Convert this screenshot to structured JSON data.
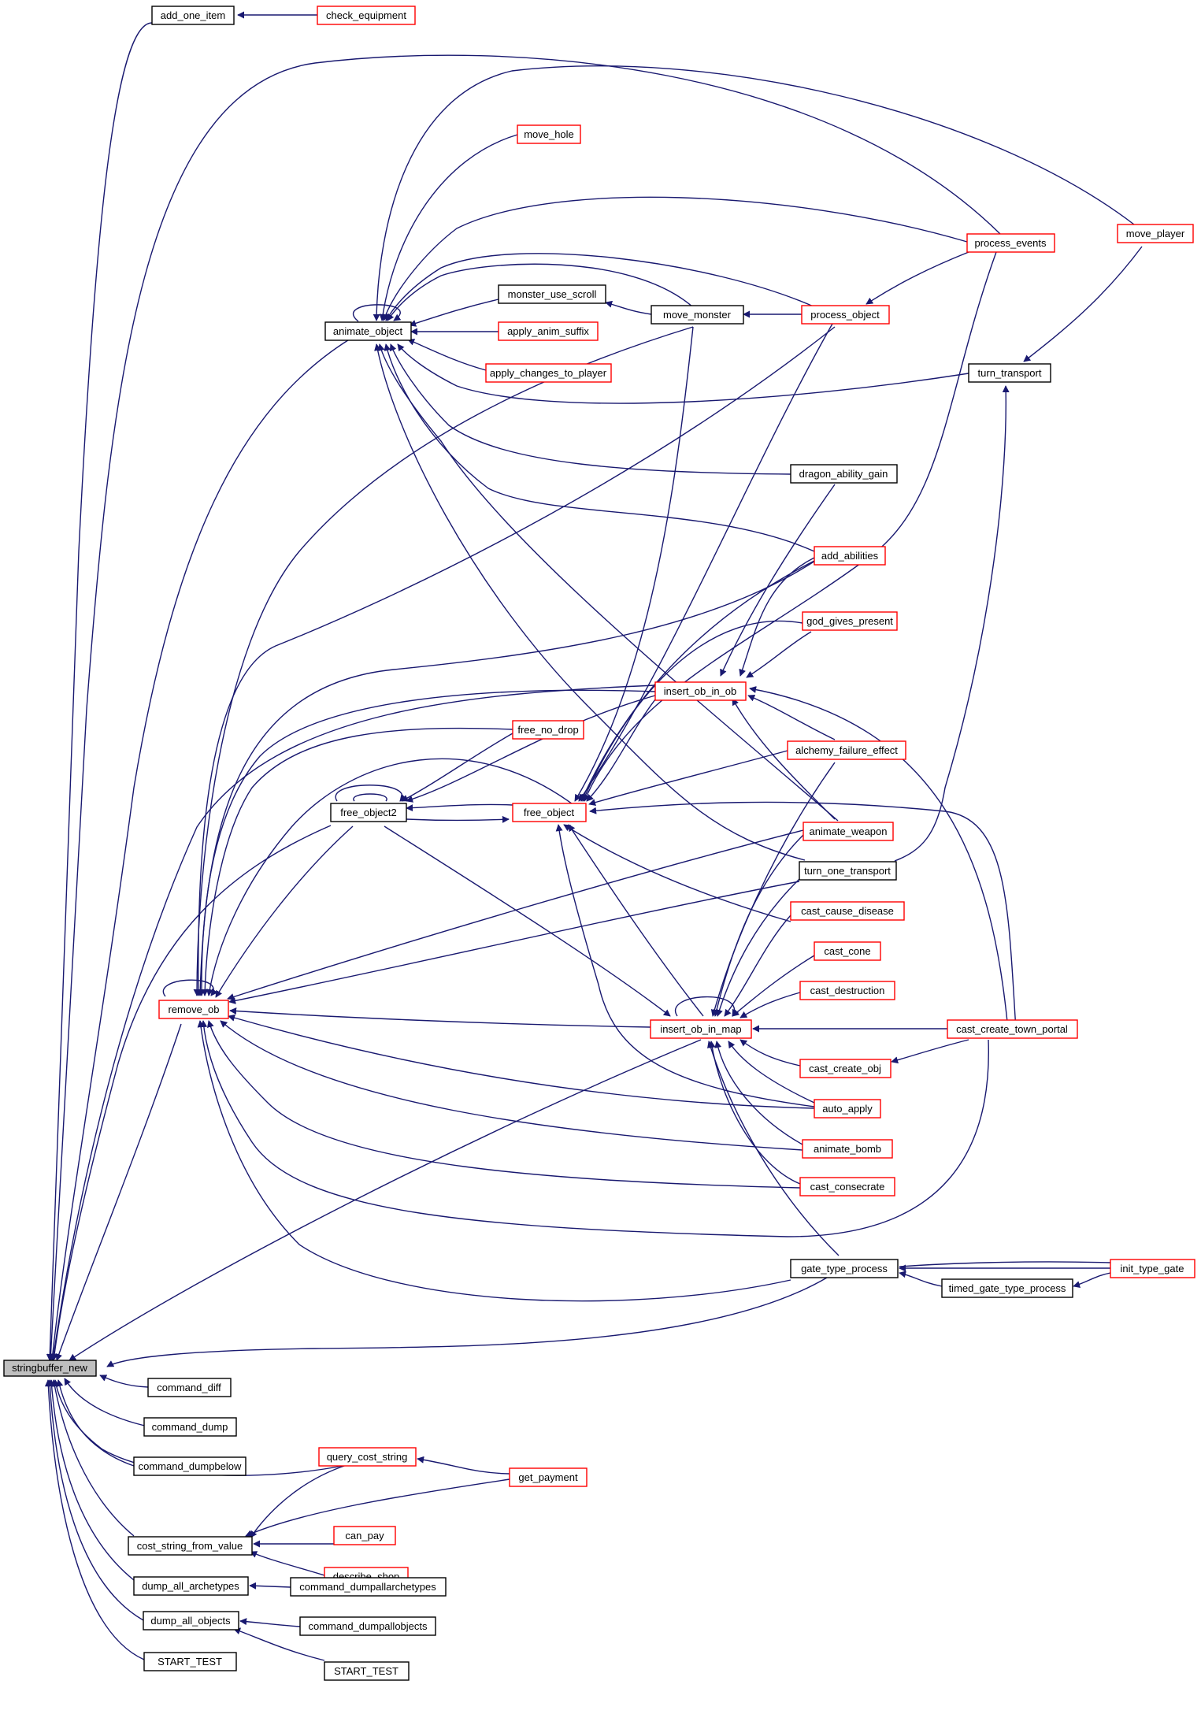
{
  "colors": {
    "edge": "#191970",
    "root_fill": "#bfbfbf",
    "red_border": "#ff0000",
    "black_border": "#000000"
  },
  "nodes": {
    "stringbuffer_new": "stringbuffer_new",
    "add_one_item": "add_one_item",
    "check_equipment": "check_equipment",
    "move_hole": "move_hole",
    "process_events": "process_events",
    "move_player": "move_player",
    "animate_object": "animate_object",
    "monster_use_scroll": "monster_use_scroll",
    "move_monster": "move_monster",
    "process_object": "process_object",
    "apply_anim_suffix": "apply_anim_suffix",
    "apply_changes_to_player": "apply_changes_to_player",
    "turn_transport": "turn_transport",
    "dragon_ability_gain": "dragon_ability_gain",
    "add_abilities": "add_abilities",
    "god_gives_present": "god_gives_present",
    "insert_ob_in_ob": "insert_ob_in_ob",
    "free_no_drop": "free_no_drop",
    "alchemy_failure_effect": "alchemy_failure_effect",
    "free_object2": "free_object2",
    "free_object": "free_object",
    "animate_weapon": "animate_weapon",
    "turn_one_transport": "turn_one_transport",
    "cast_cause_disease": "cast_cause_disease",
    "cast_cone": "cast_cone",
    "remove_ob": "remove_ob",
    "cast_destruction": "cast_destruction",
    "insert_ob_in_map": "insert_ob_in_map",
    "cast_create_town_portal": "cast_create_town_portal",
    "cast_create_obj": "cast_create_obj",
    "auto_apply": "auto_apply",
    "animate_bomb": "animate_bomb",
    "cast_consecrate": "cast_consecrate",
    "gate_type_process": "gate_type_process",
    "init_type_gate": "init_type_gate",
    "timed_gate_type_process": "timed_gate_type_process",
    "command_diff": "command_diff",
    "command_dump": "command_dump",
    "command_dumpbelow": "command_dumpbelow",
    "query_cost_string": "query_cost_string",
    "get_payment": "get_payment",
    "cost_string_from_value": "cost_string_from_value",
    "can_pay": "can_pay",
    "describe_shop": "describe_shop",
    "dump_all_archetypes": "dump_all_archetypes",
    "command_dumpallarchetypes": "command_dumpallarchetypes",
    "dump_all_objects": "dump_all_objects",
    "command_dumpallobjects": "command_dumpallobjects",
    "START_TEST_a": "START_TEST",
    "START_TEST_b": "START_TEST"
  }
}
